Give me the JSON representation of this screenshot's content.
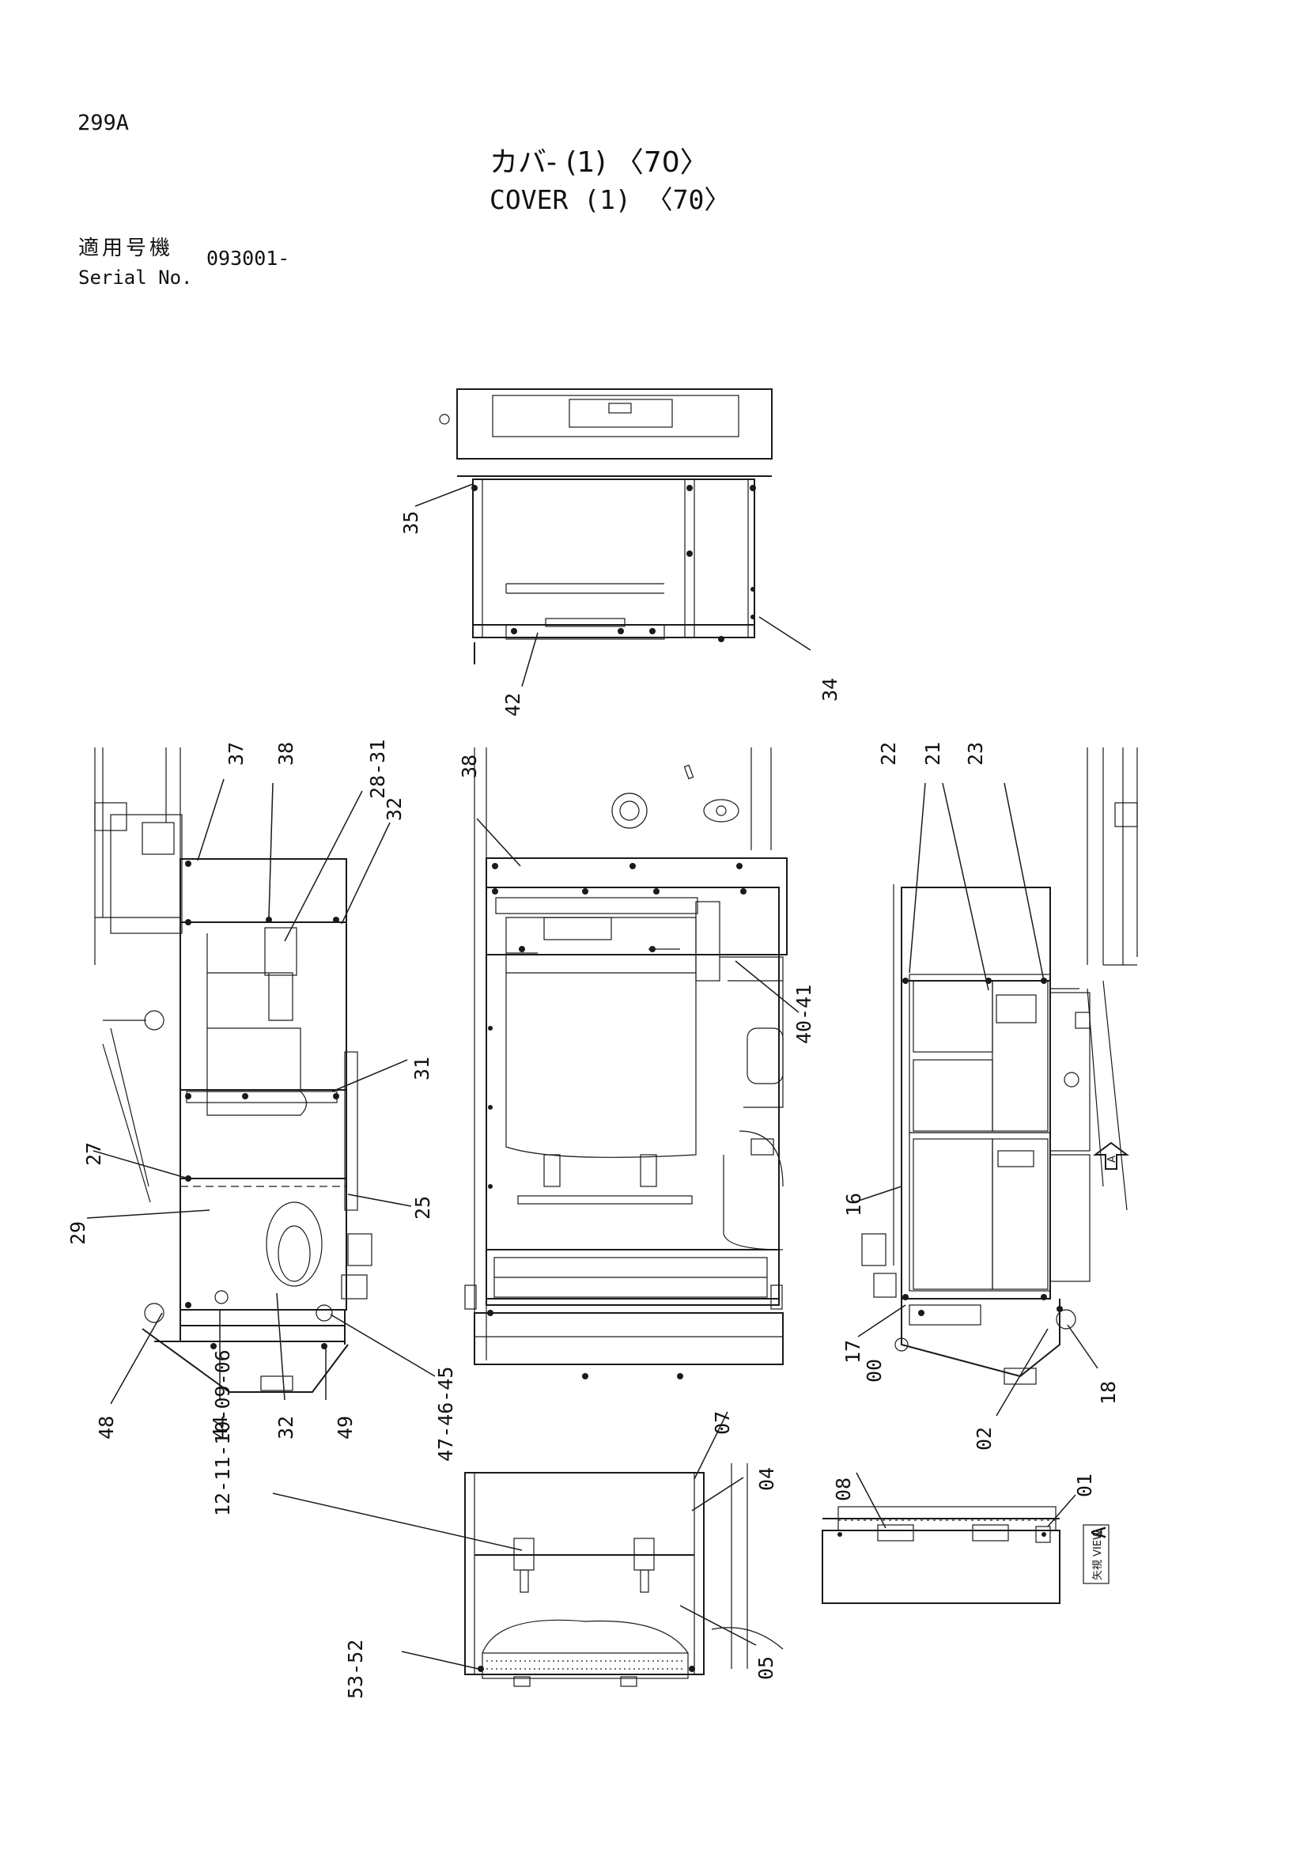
{
  "header": {
    "page_number": "299A",
    "title_jp": "カバ- (1) 〈70〉",
    "title_en": "COVER (1) 〈70〉",
    "serial_label_jp": "適用号機",
    "serial_label_en": "Serial No.",
    "serial_value": "093001-"
  },
  "callouts": {
    "c35": "35",
    "c42": "42",
    "c34": "34",
    "c37": "37",
    "c38a": "38",
    "c28_31": "28-31",
    "c32a": "32",
    "c31": "31",
    "c27": "27",
    "c29": "29",
    "c25": "25",
    "c48": "48",
    "c44": "44",
    "c32b": "32",
    "c49": "49",
    "c47_46_45": "47-46-45",
    "c38b": "38",
    "c40_41": "40-41",
    "c22": "22",
    "c21": "21",
    "c23": "23",
    "c16": "16",
    "c17": "17",
    "c00": "00",
    "c02": "02",
    "c18": "18",
    "c12_06": "12-11-10-09-06",
    "c07": "07",
    "c04": "04",
    "c05": "05",
    "c53_52": "53-52",
    "c08": "08",
    "c01": "01"
  },
  "view_label": {
    "arrow_letter": "A",
    "box_text": "矢視 VIEW",
    "box_letter": "A"
  }
}
